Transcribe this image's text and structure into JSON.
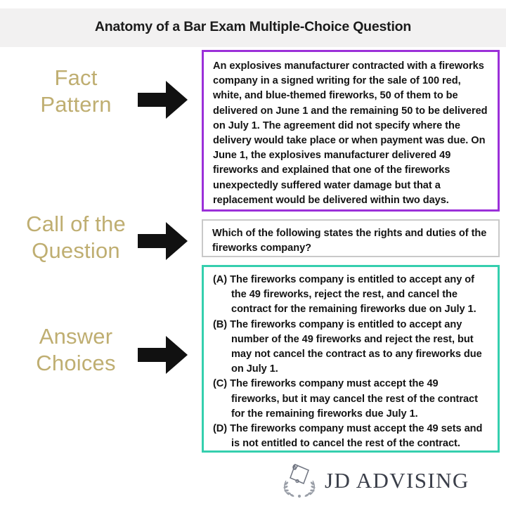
{
  "header": {
    "title": "Anatomy of a Bar Exam Multiple-Choice Question"
  },
  "labels": {
    "fact_pattern": {
      "line1": "Fact",
      "line2": "Pattern"
    },
    "call_of_question": {
      "line1": "Call of the",
      "line2": "Question"
    },
    "answer_choices": {
      "line1": "Answer",
      "line2": "Choices"
    }
  },
  "boxes": {
    "fact_pattern": {
      "border_color": "#9b30d9",
      "text": "An explosives manufacturer contracted with a fireworks company in a signed writing for the sale of 100 red, white, and blue-themed fireworks, 50 of them to be delivered on June 1 and the remaining 50 to be delivered on July 1. The agreement did not specify where the delivery would take place or when payment was due. On June 1, the explosives manufacturer delivered 49 fireworks and explained that one of the fireworks unexpectedly suffered water damage but that a replacement would be delivered within two days."
    },
    "call_of_question": {
      "border_color": "#c9c9c9",
      "text": "Which of the following states the rights and duties of the fireworks company?"
    },
    "answer_choices": {
      "border_color": "#35cfae",
      "choices": [
        "(A) The fireworks company is entitled to accept any of the 49 fireworks, reject the rest, and cancel the contract for the remaining fireworks due on July 1.",
        "(B) The fireworks company is entitled to accept any number of the 49 fireworks and reject the rest, but may not cancel the contract as to any fireworks due on July 1.",
        "(C) The fireworks company must accept the 49 fireworks, but it may cancel the rest of the contract for the remaining fireworks due July 1.",
        "(D) The fireworks company must accept the 49 sets and is not entitled to cancel the rest of the contract."
      ]
    }
  },
  "logo": {
    "brand": "JD ADVISING",
    "mark": "scroll-laurel-emblem"
  },
  "colors": {
    "label_gold": "#bfae71",
    "header_band": "#f2f1f1",
    "arrow_black": "#111111",
    "fact_border": "#9b30d9",
    "call_border": "#c9c9c9",
    "answer_border": "#35cfae",
    "logo_text": "#3b3f4a"
  }
}
